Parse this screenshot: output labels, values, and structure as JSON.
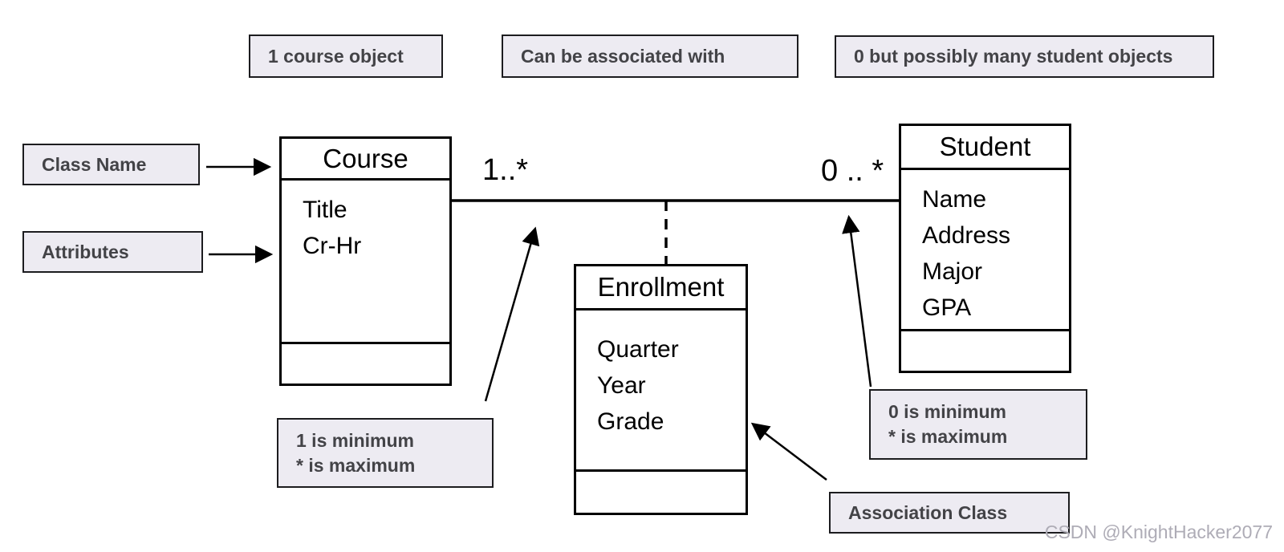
{
  "diagram_type": "uml-association-class-diagram",
  "colors": {
    "background": "#ffffff",
    "callout_fill": "#edebf2",
    "callout_text": "#434347",
    "diagram_line": "#000000",
    "watermark_text": "#aeacb6"
  },
  "callouts": {
    "course_object": "1 course object",
    "can_be_associated": "Can be associated with",
    "student_objects": "0 but possibly many student objects",
    "class_name": "Class Name",
    "attributes": "Attributes",
    "min1": {
      "lines": [
        "1 is minimum",
        "* is maximum"
      ]
    },
    "min0": {
      "lines": [
        "0 is minimum",
        "* is maximum"
      ]
    },
    "association_class": "Association Class"
  },
  "classes": {
    "course": {
      "name": "Course",
      "attrs": [
        "Title",
        "Cr-Hr"
      ]
    },
    "student": {
      "name": "Student",
      "attrs": [
        "Name",
        "Address",
        "Major",
        "GPA"
      ]
    },
    "enrollment": {
      "name": "Enrollment",
      "attrs": [
        "Quarter",
        "Year",
        "Grade"
      ]
    }
  },
  "multiplicities": {
    "course_side": "1..*",
    "student_side": "0 .. *"
  },
  "watermark": "CSDN @KnightHacker2077"
}
